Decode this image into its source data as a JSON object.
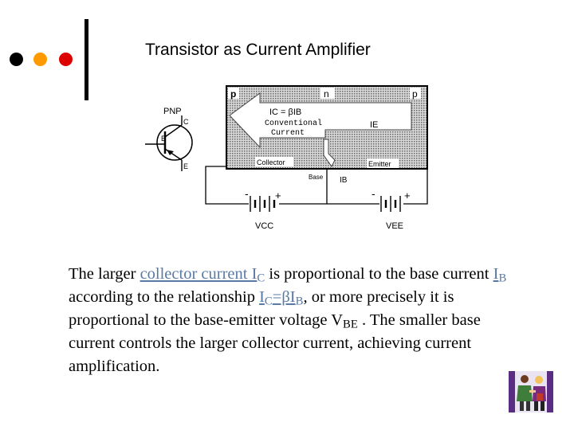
{
  "slide": {
    "title": "Transistor as Current Amplifier",
    "bullet_colors": [
      "#000000",
      "#ff9900",
      "#dd0000"
    ]
  },
  "diagram": {
    "symbol_label": "PNP",
    "terminal_c": "C",
    "terminal_b": "B",
    "terminal_e": "E",
    "region_left": "p",
    "region_mid": "n",
    "region_right": "p",
    "ic_formula": "IC = βIB",
    "conv_line1": "Conventional",
    "conv_line2": "Current",
    "ie_label": "IE",
    "collector_label": "Collector",
    "emitter_label": "Emitter",
    "base_label": "Base",
    "ib_label": "IB",
    "left_minus": "-",
    "left_plus": "+",
    "right_minus": "-",
    "right_plus": "+",
    "vcc_label": "VCC",
    "vee_label": "VEE"
  },
  "text": {
    "p1": "The larger ",
    "link_collector": "collector current I",
    "sub_c": "C",
    "p2": "  is proportional to the base current ",
    "link_ib": "I",
    "sub_b": "B",
    "p3": "  according to the relationship ",
    "link_rel_i1": "I",
    "link_rel_sub_c": "C",
    "link_rel_mid": "=βI",
    "link_rel_sub_b": "B",
    "p4": ", or more precisely it is proportional to the base-emitter voltage V",
    "sub_be": "BE",
    "p5": " . The smaller base current controls the larger collector current, achieving current amplification."
  }
}
